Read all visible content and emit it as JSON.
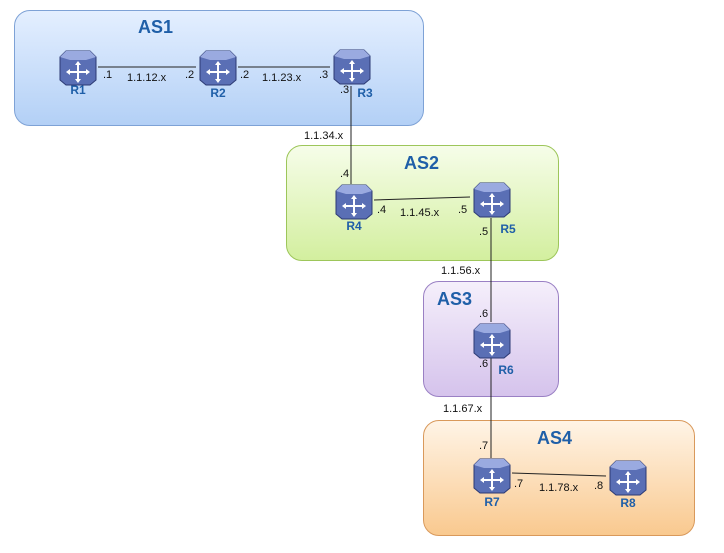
{
  "autonomous_systems": {
    "as1": {
      "label": "AS1"
    },
    "as2": {
      "label": "AS2"
    },
    "as3": {
      "label": "AS3"
    },
    "as4": {
      "label": "AS4"
    }
  },
  "routers": {
    "r1": "R1",
    "r2": "R2",
    "r3": "R3",
    "r4": "R4",
    "r5": "R5",
    "r6": "R6",
    "r7": "R7",
    "r8": "R8"
  },
  "links": {
    "r1_r2": {
      "subnet": "1.1.12.x",
      "a_iface": ".1",
      "b_iface": ".2"
    },
    "r2_r3": {
      "subnet": "1.1.23.x",
      "a_iface": ".2",
      "b_iface": ".3"
    },
    "r3_r4": {
      "subnet": "1.1.34.x",
      "a_iface": ".3",
      "b_iface": ".4"
    },
    "r4_r5": {
      "subnet": "1.1.45.x",
      "a_iface": ".4",
      "b_iface": ".5"
    },
    "r5_r6": {
      "subnet": "1.1.56.x",
      "a_iface": ".5",
      "b_iface": ".6"
    },
    "r6_r7": {
      "subnet": "1.1.67.x",
      "a_iface": ".6",
      "b_iface": ".7"
    },
    "r7_r8": {
      "subnet": "1.1.78.x",
      "a_iface": ".7",
      "b_iface": ".8"
    }
  },
  "colors": {
    "label_blue": "#1f5fa8",
    "router_body": "#5a6fb5"
  }
}
